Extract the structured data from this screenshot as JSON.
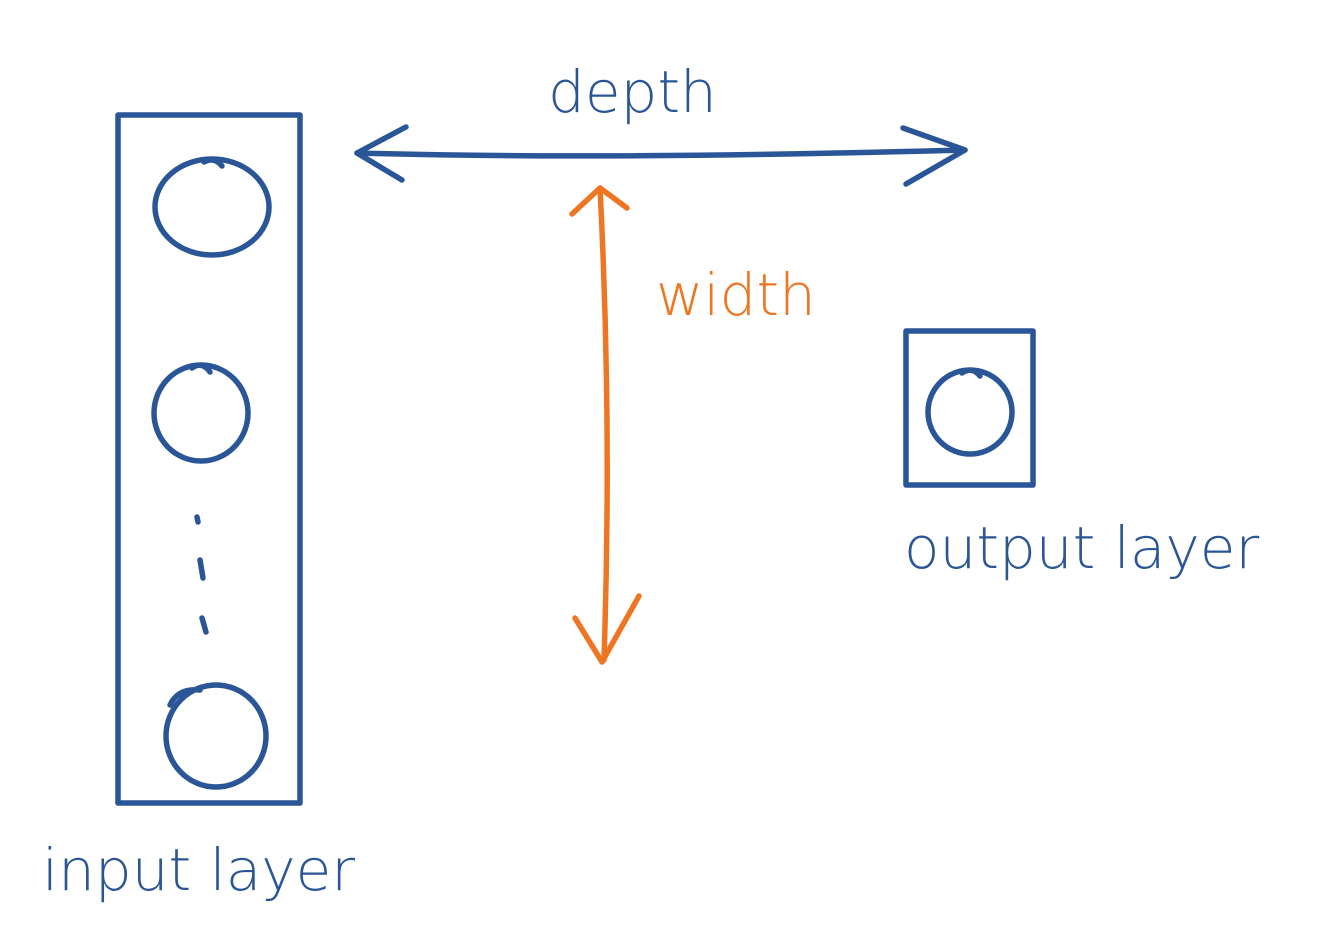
{
  "labels": {
    "depth": "depth",
    "width": "width",
    "input_layer": "input layer",
    "output_layer": "output layer",
    "ellipsis": ":"
  },
  "colors": {
    "blue_ink": "#2a5596",
    "orange_ink": "#ee7522",
    "background": "#ffffff"
  },
  "diagram": {
    "input_layer_nodes_shown": 3,
    "output_layer_nodes": 1
  }
}
